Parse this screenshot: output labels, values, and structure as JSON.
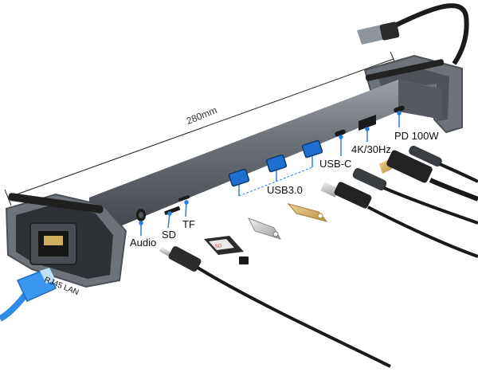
{
  "product": {
    "dimension_label": "280mm",
    "port_labels": {
      "audio": "Audio",
      "sd": "SD",
      "tf": "TF",
      "usb3": "USB3.0",
      "usbc": "USB-C",
      "hdmi": "4K/30Hz",
      "pd": "PD 100W",
      "lan": "RJ45 LAN"
    },
    "sd_card_text": "SD",
    "colors": {
      "body": "#5c6068",
      "body_highlight": "#8a8f97",
      "bracket": "#6b6f76",
      "usb3_port": "#1f6fd1",
      "indicator": "#2a7de0",
      "lan_cable": "#2e8be6",
      "gold": "#d6b46a",
      "cable": "#1a1a1a"
    }
  }
}
